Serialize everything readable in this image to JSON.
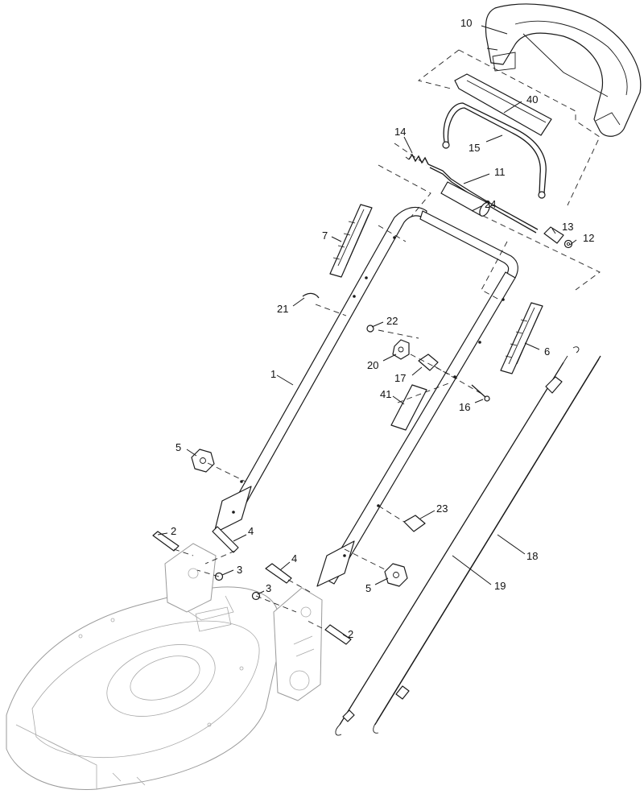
{
  "callouts": [
    {
      "label": "10"
    },
    {
      "label": "40"
    },
    {
      "label": "15"
    },
    {
      "label": "14"
    },
    {
      "label": "11"
    },
    {
      "label": "24"
    },
    {
      "label": "13"
    },
    {
      "label": "12"
    },
    {
      "label": "7"
    },
    {
      "label": "21"
    },
    {
      "label": "22"
    },
    {
      "label": "6"
    },
    {
      "label": "20"
    },
    {
      "label": "17"
    },
    {
      "label": "1"
    },
    {
      "label": "41"
    },
    {
      "label": "16"
    },
    {
      "label": "5"
    },
    {
      "label": "23"
    },
    {
      "label": "2"
    },
    {
      "label": "4"
    },
    {
      "label": "3"
    },
    {
      "label": "18"
    },
    {
      "label": "4"
    },
    {
      "label": "3"
    },
    {
      "label": "5"
    },
    {
      "label": "19"
    },
    {
      "label": "2"
    }
  ]
}
